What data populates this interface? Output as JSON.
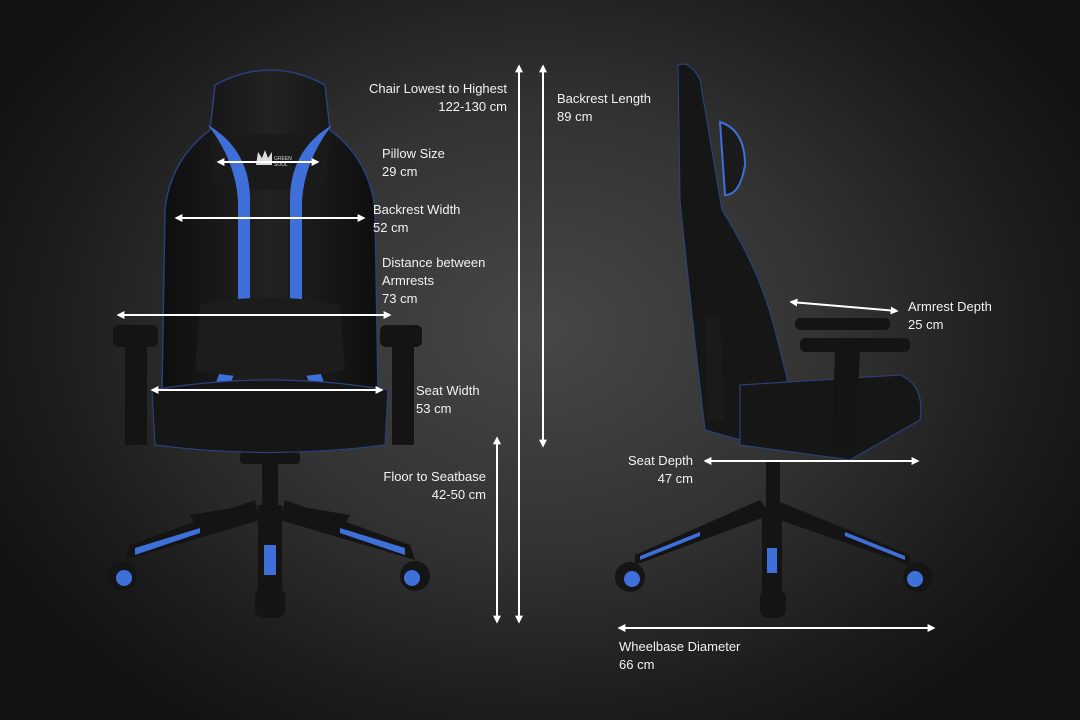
{
  "brand_logo": "GREEN SOUL",
  "colors": {
    "accent_blue": "#3f6fd8",
    "chair_black": "#161616",
    "arrow": "#ffffff",
    "text": "#f2f2f2"
  },
  "dimensions": {
    "chair_height": {
      "label": "Chair  Lowest to Highest",
      "value": "122-130 cm"
    },
    "backrest_length": {
      "label": "Backrest Length",
      "value": "89 cm"
    },
    "pillow_size": {
      "label": "Pillow Size",
      "value": "29 cm"
    },
    "backrest_width": {
      "label": "Backrest Width",
      "value": "52 cm"
    },
    "armrest_distance": {
      "label_line1": "Distance between",
      "label_line2": "Armrests",
      "value": "73 cm"
    },
    "seat_width": {
      "label": "Seat Width",
      "value": "53 cm"
    },
    "floor_to_seat": {
      "label": "Floor to Seatbase",
      "value": "42-50 cm"
    },
    "armrest_depth": {
      "label": "Armrest Depth",
      "value": "25 cm"
    },
    "seat_depth": {
      "label": "Seat Depth",
      "value": "47 cm"
    },
    "wheelbase": {
      "label": "Wheelbase Diameter",
      "value": "66 cm"
    }
  }
}
